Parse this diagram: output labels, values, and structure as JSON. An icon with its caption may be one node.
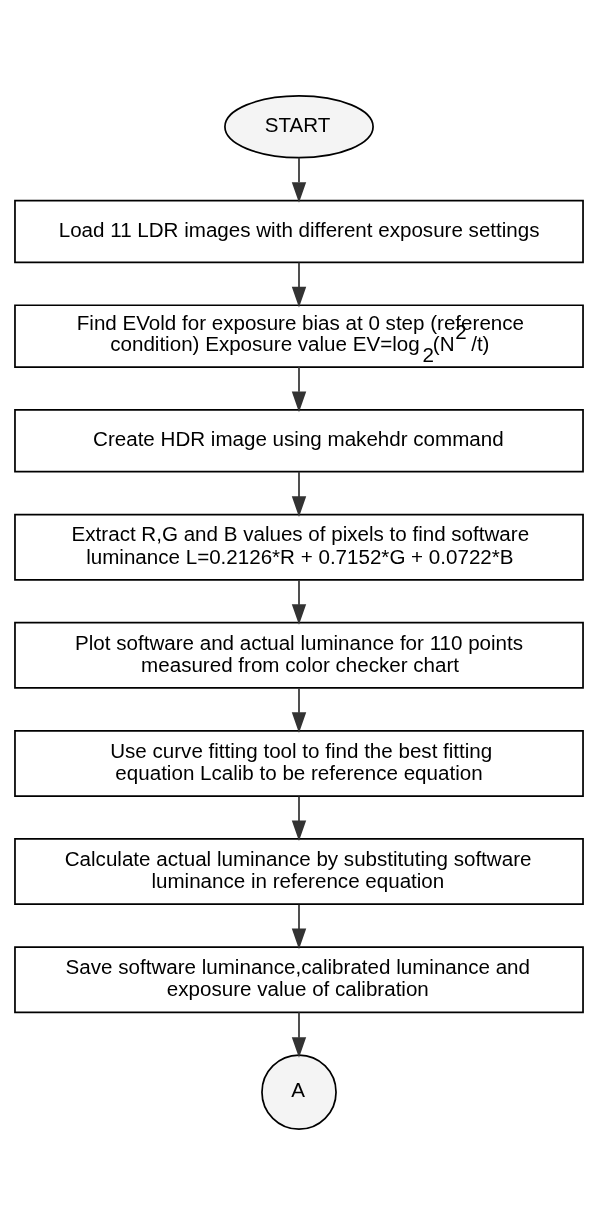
{
  "diagram": {
    "nodes": [
      {
        "text": [
          "START"
        ]
      },
      {
        "text": [
          "Load 11 LDR images with different exposure settings"
        ]
      },
      {
        "text": [
          "Find EVold for exposure bias at 0 step (reference condition) Exposure value EV=log$_{2}$(N$^{2}$ /t)"
        ]
      },
      {
        "text": [
          "Create HDR image using makehdr command"
        ]
      },
      {
        "text": [
          "Extract R,G and B values of pixels to find software luminance L=0.2126*R + 0.7152*G + 0.0722*B"
        ]
      },
      {
        "text": [
          "Plot software and actual luminance for 110 points measured from color checker chart"
        ]
      },
      {
        "text": [
          "Use curve fitting tool to find the best fitting equation Lcalib to be reference equation"
        ]
      },
      {
        "text": [
          "Calculate actual luminance by substituting software luminance in reference equation"
        ]
      },
      {
        "text": [
          "Save software luminance,calibrated luminance and exposure value of calibration"
        ]
      },
      {
        "text": [
          "A"
        ]
      }
    ],
    "edges": [
      {
        "from": 0,
        "to": 1,
        "arrow": "to"
      },
      {
        "from": 1,
        "to": 2,
        "arrow": "to"
      },
      {
        "from": 2,
        "to": 3,
        "arrow": "to"
      },
      {
        "from": 3,
        "to": 4,
        "arrow": "to"
      },
      {
        "from": 4,
        "to": 5,
        "arrow": "to"
      },
      {
        "from": 5,
        "to": 6,
        "arrow": "to"
      },
      {
        "from": 6,
        "to": 7,
        "arrow": "to"
      },
      {
        "from": 7,
        "to": 8,
        "arrow": "to"
      },
      {
        "from": 8,
        "to": 9,
        "arrow": "to"
      }
    ]
  }
}
